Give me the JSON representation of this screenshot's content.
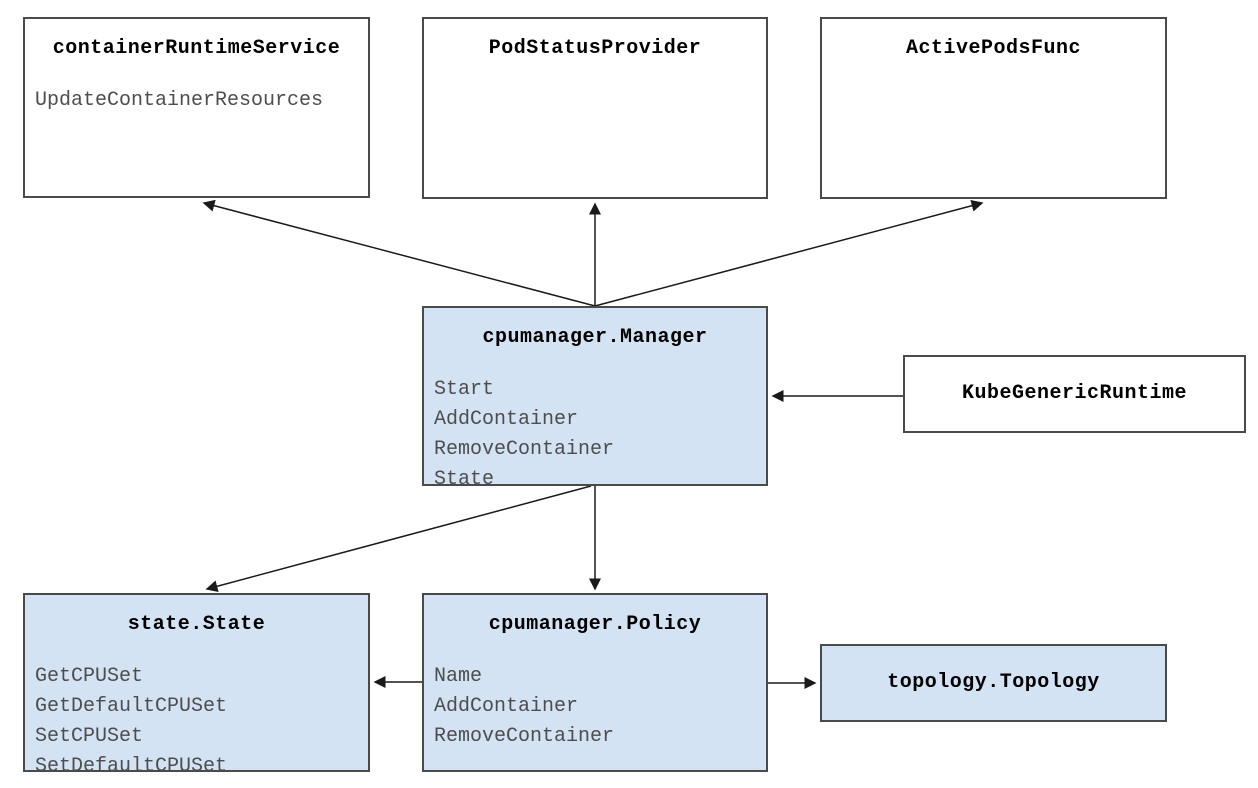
{
  "diagram": {
    "colors": {
      "background": "#ffffff",
      "box_fill_white": "#ffffff",
      "box_fill_blue": "#d3e3f3",
      "box_border": "#4a4a4a",
      "title_text": "#000000",
      "method_text": "#4d4d4d",
      "arrow": "#1a1a1a"
    },
    "boxes": {
      "container_runtime_service": {
        "title": "containerRuntimeService",
        "methods": [
          "UpdateContainerResources"
        ]
      },
      "pod_status_provider": {
        "title": "PodStatusProvider",
        "methods": []
      },
      "active_pods_func": {
        "title": "ActivePodsFunc",
        "methods": []
      },
      "cpumanager_manager": {
        "title": "cpumanager.Manager",
        "methods": [
          "Start",
          "AddContainer",
          "RemoveContainer",
          "State"
        ]
      },
      "kube_generic_runtime": {
        "title": "KubeGenericRuntime",
        "methods": []
      },
      "state_state": {
        "title": "state.State",
        "methods": [
          "GetCPUSet",
          "GetDefaultCPUSet",
          "SetCPUSet",
          "SetDefaultCPUSet"
        ]
      },
      "cpumanager_policy": {
        "title": "cpumanager.Policy",
        "methods": [
          "Name",
          "AddContainer",
          "RemoveContainer"
        ]
      },
      "topology_topology": {
        "title": "topology.Topology",
        "methods": []
      }
    },
    "edges": [
      {
        "from": "cpumanager.Manager",
        "to": "containerRuntimeService"
      },
      {
        "from": "cpumanager.Manager",
        "to": "PodStatusProvider"
      },
      {
        "from": "cpumanager.Manager",
        "to": "ActivePodsFunc"
      },
      {
        "from": "KubeGenericRuntime",
        "to": "cpumanager.Manager"
      },
      {
        "from": "cpumanager.Manager",
        "to": "state.State"
      },
      {
        "from": "cpumanager.Manager",
        "to": "cpumanager.Policy"
      },
      {
        "from": "cpumanager.Policy",
        "to": "state.State"
      },
      {
        "from": "cpumanager.Policy",
        "to": "topology.Topology"
      }
    ]
  }
}
